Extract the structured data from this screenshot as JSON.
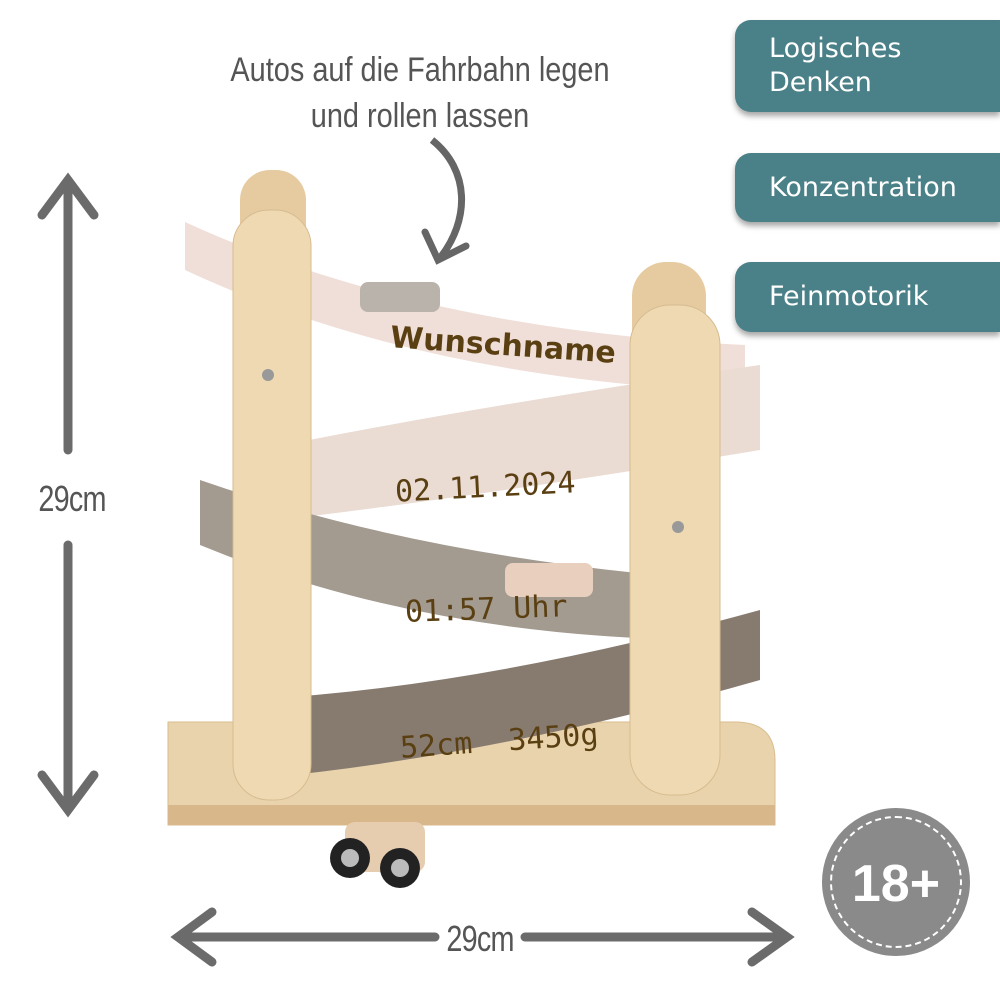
{
  "annotation": {
    "line1": "Autos auf die Fahrbahn legen",
    "line2": "und rollen lassen"
  },
  "height_label": "29cm",
  "width_label": "29cm",
  "badges": [
    {
      "line1": "Logisches",
      "line2": "Denken"
    },
    {
      "line1": "Konzentration"
    },
    {
      "line1": "Feinmotorik"
    }
  ],
  "engravings": [
    "Wunschname",
    "02.11.2024",
    "01:57 Uhr",
    "52cm  3450g"
  ],
  "age_badge": "18+",
  "colors": {
    "badge": "#4a8087",
    "age": "#8a8a8a",
    "wood": "#e8cfa6"
  }
}
